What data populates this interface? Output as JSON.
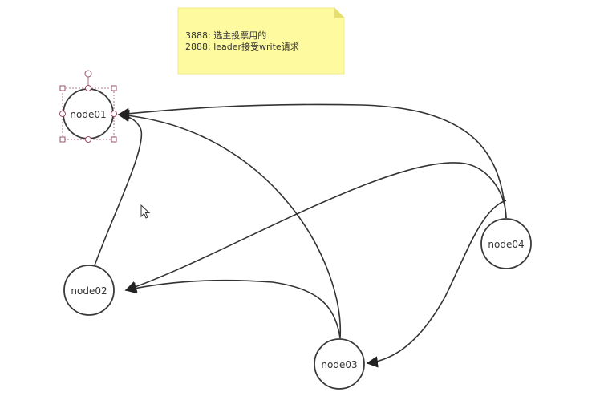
{
  "note": {
    "lines": [
      "3888:   选主投票用的",
      "2888:   leader接受write请求"
    ],
    "color": "#fdfaa0"
  },
  "nodes": [
    {
      "id": "node01",
      "label": "node01",
      "selected": true
    },
    {
      "id": "node02",
      "label": "node02"
    },
    {
      "id": "node03",
      "label": "node03"
    },
    {
      "id": "node04",
      "label": "node04"
    }
  ],
  "edges": [
    {
      "from": "node02",
      "to": "node01"
    },
    {
      "from": "node03",
      "to": "node01"
    },
    {
      "from": "node04",
      "to": "node01"
    },
    {
      "from": "node03",
      "to": "node02"
    },
    {
      "from": "node04",
      "to": "node02"
    },
    {
      "from": "node04",
      "to": "node03"
    }
  ],
  "colors": {
    "stroke": "#333333",
    "selection": "#9a4f6a"
  }
}
